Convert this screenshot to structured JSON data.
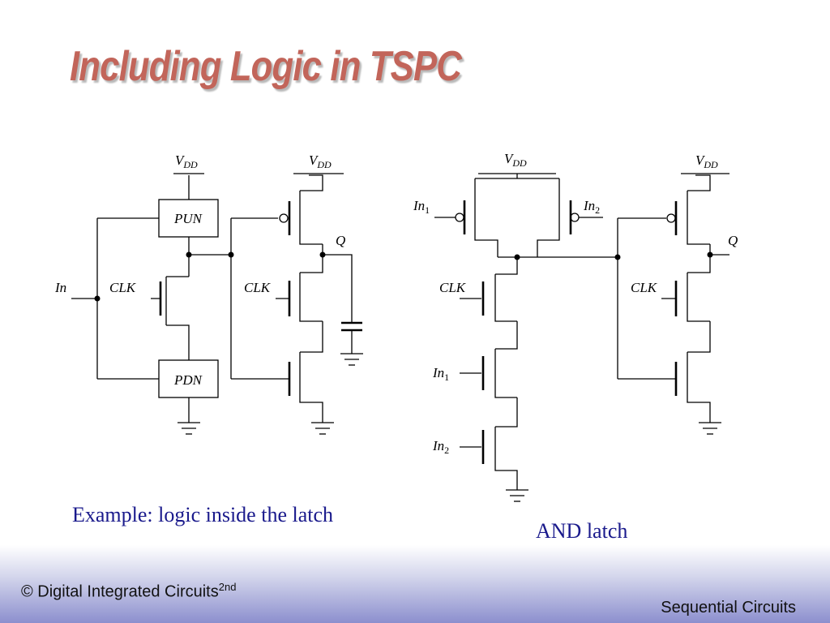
{
  "slide": {
    "title": "Including Logic in TSPC",
    "caption_left": "Example: logic inside the latch",
    "caption_right": "AND latch"
  },
  "footer": {
    "left": "© Digital Integrated Circuits",
    "left_sup": "2nd",
    "right": "Sequential Circuits"
  },
  "diagram_left": {
    "vdd1": "V",
    "vdd1_sub": "DD",
    "vdd2": "V",
    "vdd2_sub": "DD",
    "pun": "PUN",
    "pdn": "PDN",
    "in": "In",
    "clk1": "CLK",
    "clk2": "CLK",
    "q": "Q"
  },
  "diagram_right": {
    "vdd1": "V",
    "vdd1_sub": "DD",
    "vdd2": "V",
    "vdd2_sub": "DD",
    "in1_top": "In",
    "in1_top_sub": "1",
    "in2_top": "In",
    "in2_top_sub": "2",
    "clk1": "CLK",
    "clk2": "CLK",
    "in1_bot": "In",
    "in1_bot_sub": "1",
    "in2_bot": "In",
    "in2_bot_sub": "2",
    "q": "Q"
  },
  "colors": {
    "title": "#c2655a",
    "caption": "#1a1a8c",
    "footer_gradient_end": "#8c8fce"
  }
}
